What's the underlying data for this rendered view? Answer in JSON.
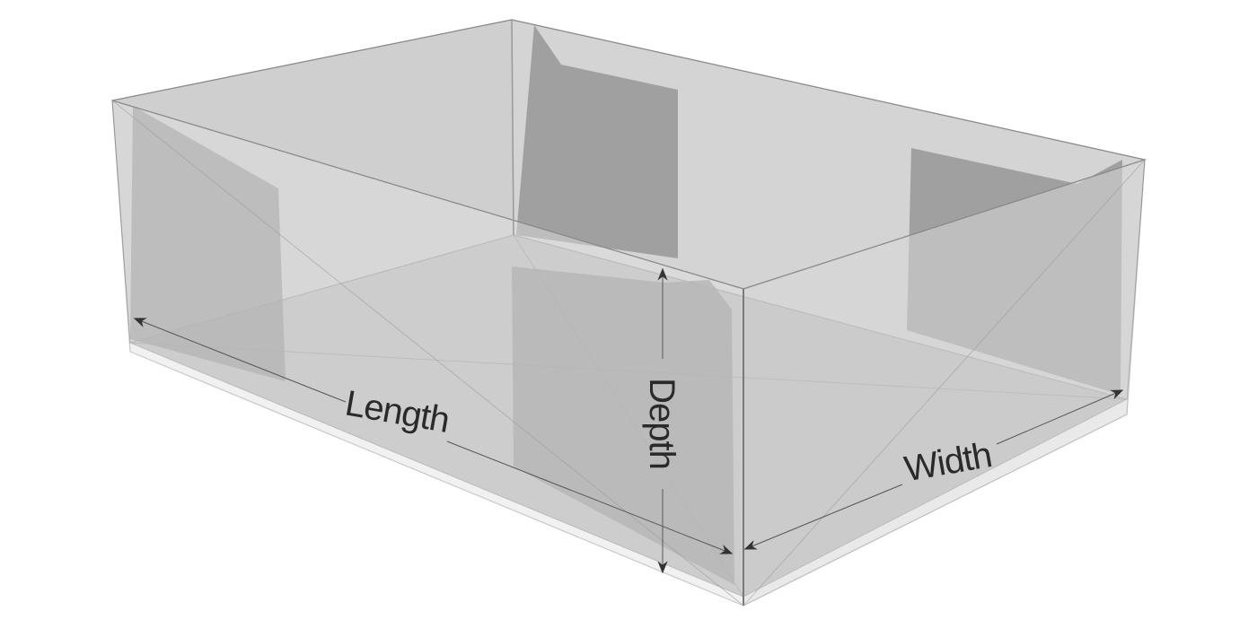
{
  "labels": {
    "length": "Length",
    "depth": "Depth",
    "width": "Width"
  },
  "colors": {
    "face_light": "#d9d9d9",
    "face_mid": "#c2c2c2",
    "face_dark": "#9c9c9c",
    "edge": "#8a8a8a",
    "text": "#2a2a2a"
  }
}
